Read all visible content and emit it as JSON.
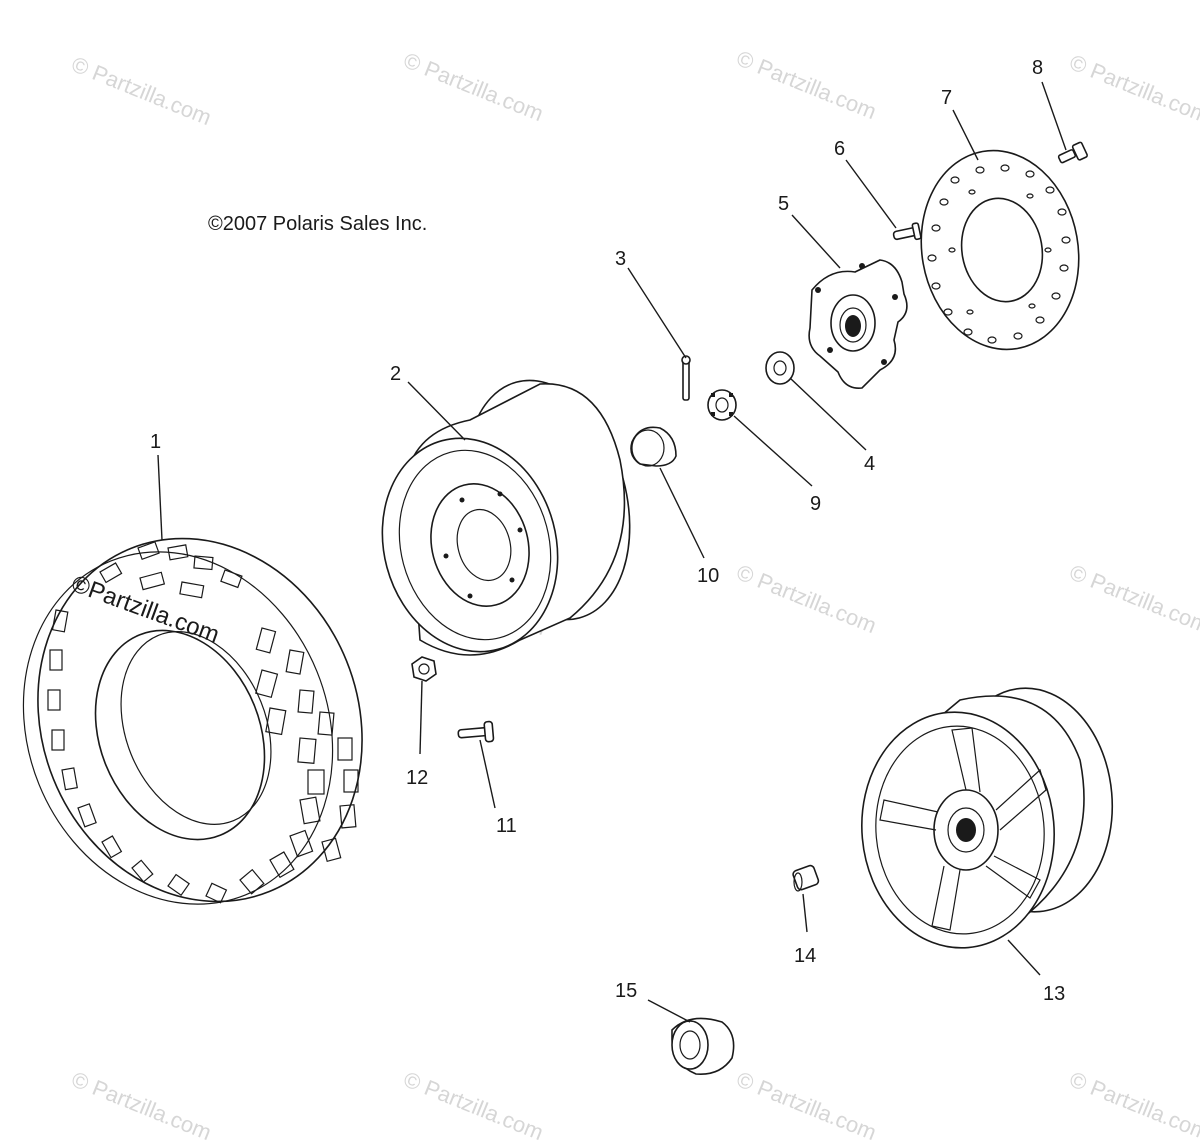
{
  "copyright": "©2007 Polaris Sales Inc.",
  "watermark": "© Partzilla.com",
  "watermark_primary": "©Partzilla.com",
  "callouts": {
    "c1": "1",
    "c2": "2",
    "c3": "3",
    "c4": "4",
    "c5": "5",
    "c6": "6",
    "c7": "7",
    "c8": "8",
    "c9": "9",
    "c10": "10",
    "c11": "11",
    "c12": "12",
    "c13": "13",
    "c14": "14",
    "c15": "15"
  },
  "colors": {
    "line": "#1a1a1a",
    "watermark": "#d6d6d6",
    "background": "#ffffff"
  }
}
